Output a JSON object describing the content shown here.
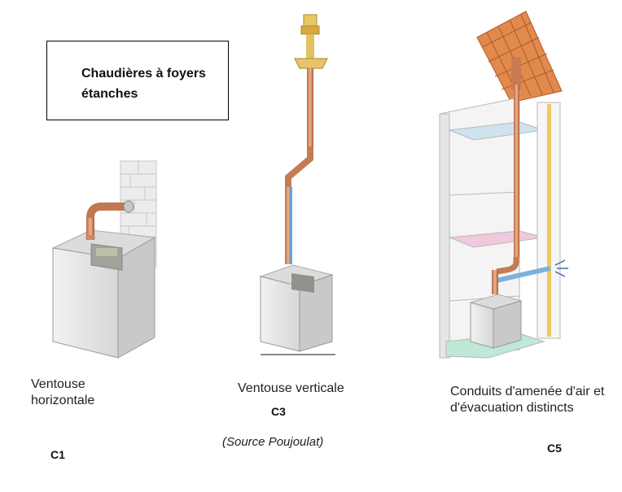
{
  "title": "Chaudières à foyers étanches",
  "boilers": [
    {
      "caption": "Ventouse horizontale",
      "code": "C1"
    },
    {
      "caption": "Ventouse verticale",
      "code": "C3"
    },
    {
      "caption": "Conduits d'amenée d'air et d'évacuation distincts",
      "code": "C5"
    }
  ],
  "source": "(Source Poujoulat)"
}
